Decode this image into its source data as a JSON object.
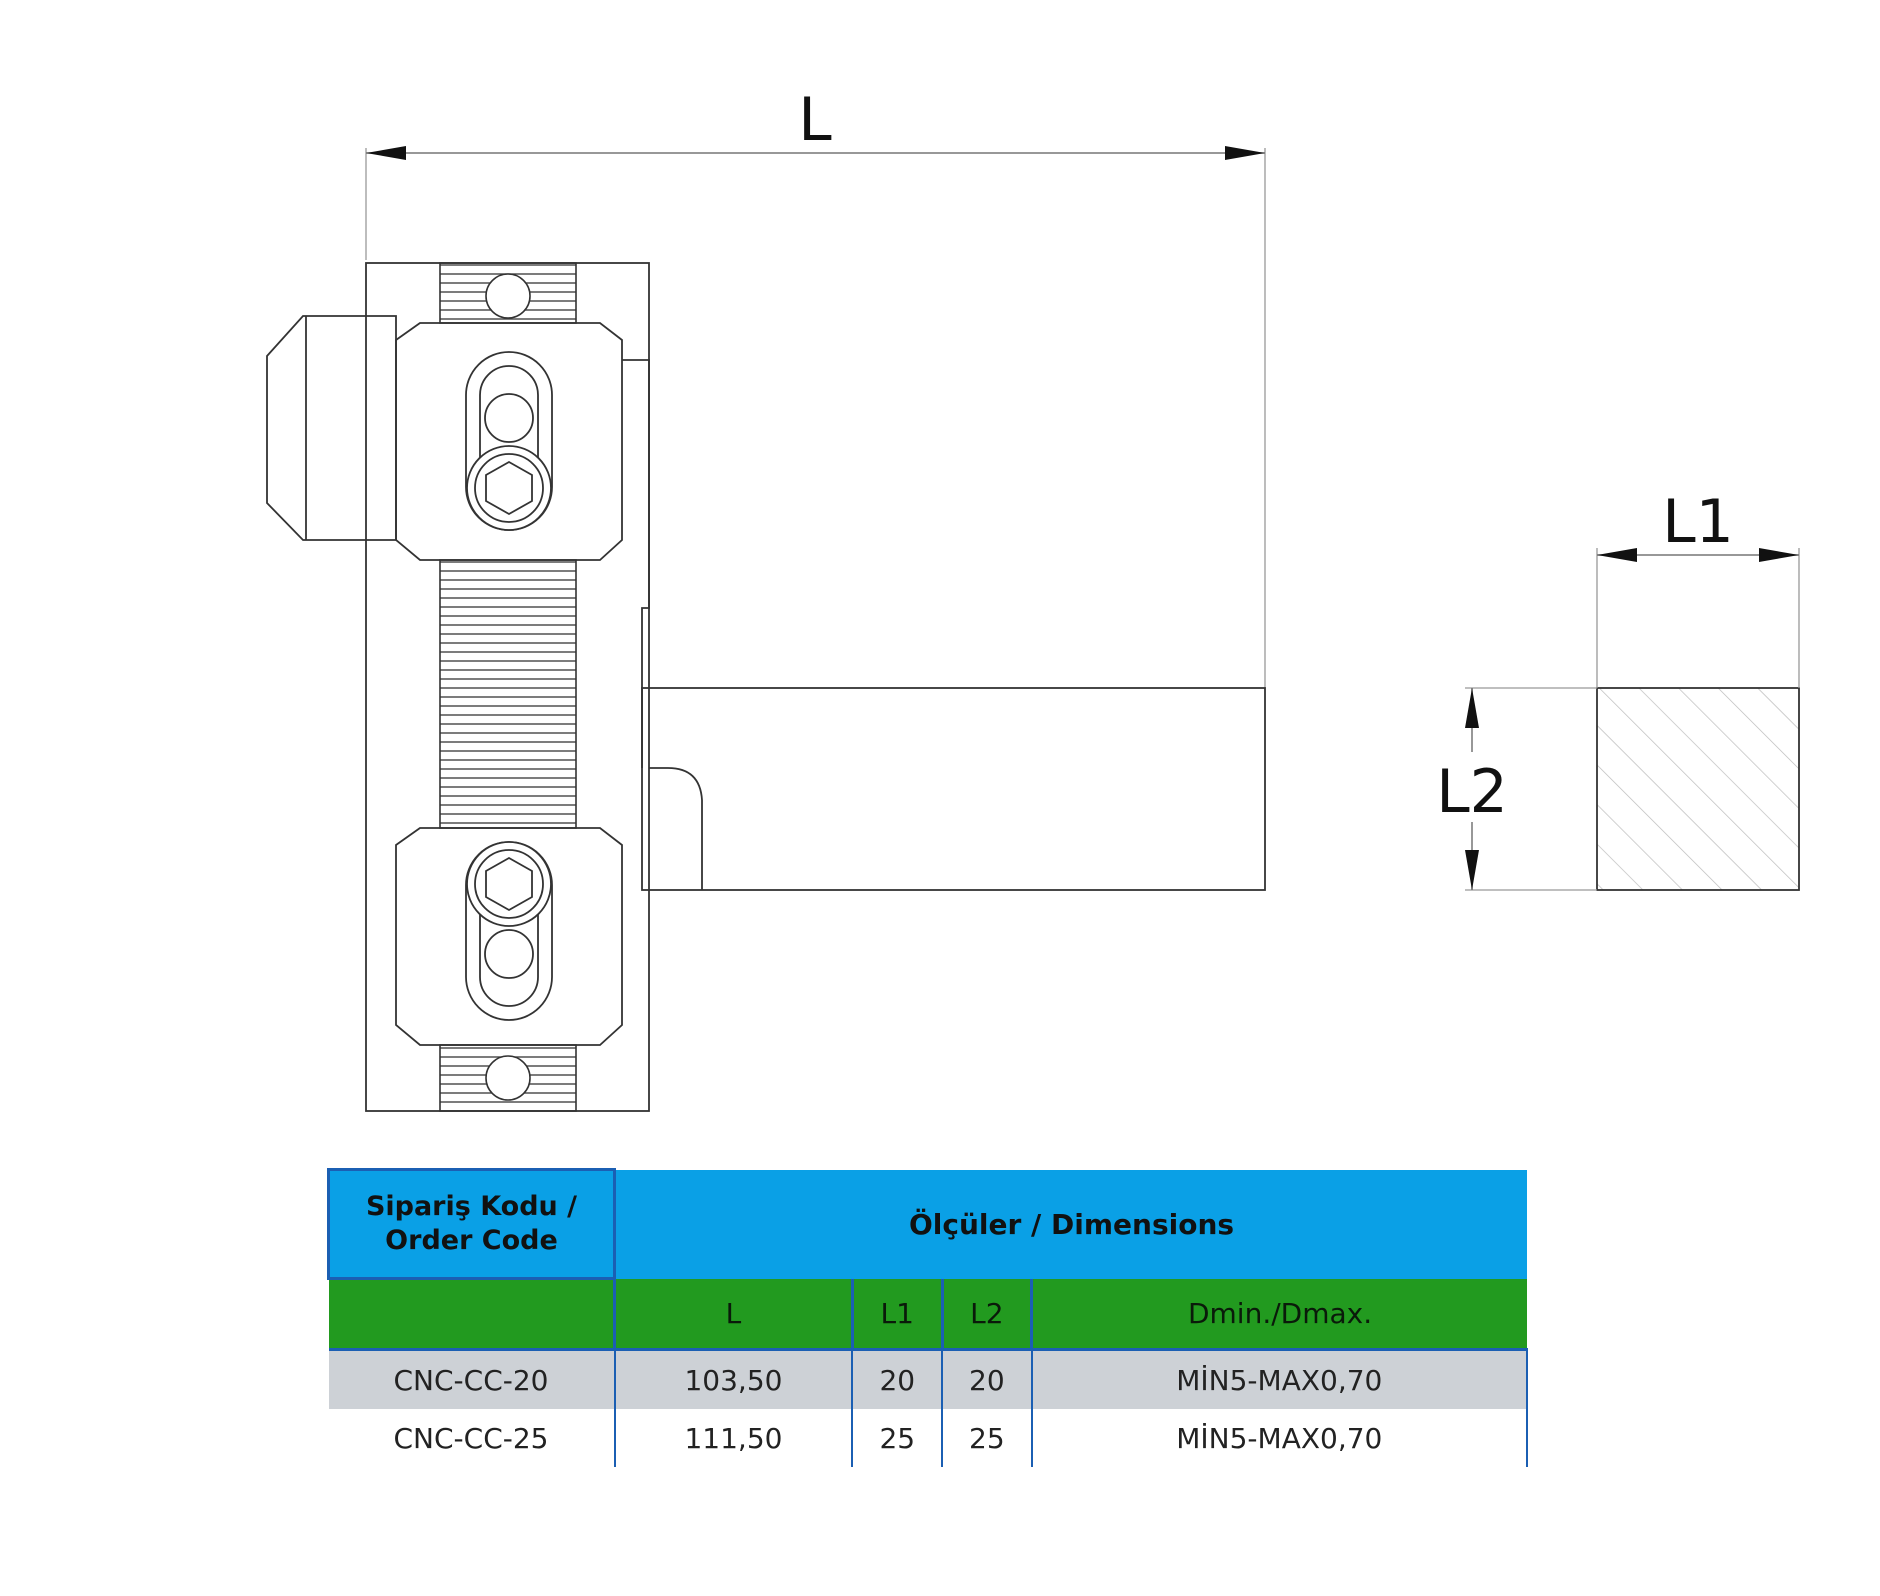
{
  "dimensions": {
    "L": "L",
    "L1": "L1",
    "L2": "L2"
  },
  "table": {
    "header_code": "Sipariş Kodu / Order Code",
    "header_dims": "Ölçüler / Dimensions",
    "sub_headers": [
      "L",
      "L1",
      "L2",
      "Dmin./Dmax."
    ],
    "rows": [
      {
        "code": "CNC-CC-20",
        "L": "103,50",
        "L1": "20",
        "L2": "20",
        "dminmax": "MİN5-MAX0,70"
      },
      {
        "code": "CNC-CC-25",
        "L": "111,50",
        "L1": "25",
        "L2": "25",
        "dminmax": "MİN5-MAX0,70"
      }
    ]
  },
  "colors": {
    "header_blue": "#0aa0e6",
    "header_green": "#229a1f",
    "row_shade": "#cdd1d6",
    "border_blue": "#1b5fb3",
    "line": "#333333"
  }
}
